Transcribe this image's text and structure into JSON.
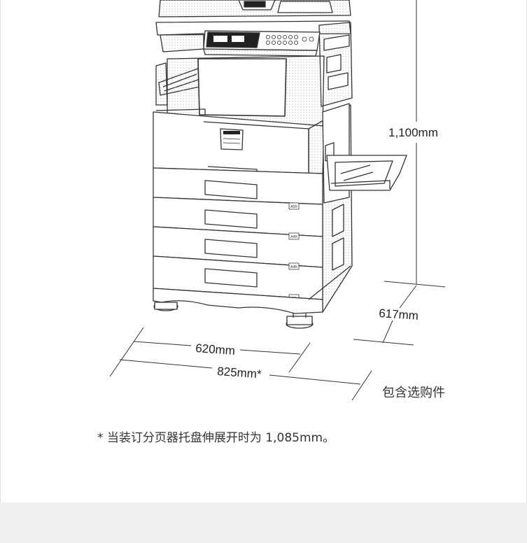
{
  "dimensions": {
    "height": "1,100mm",
    "depth": "617mm",
    "width": "620mm",
    "width_extended": "825mm*",
    "optional_label": "包含选购件"
  },
  "trays": [
    {
      "label": "A5R"
    },
    {
      "label": "A4R"
    },
    {
      "label": "A4R"
    },
    {
      "label": "A3"
    }
  ],
  "footnote": "* 当装订分页器托盘伸展开时为 1,085mm。",
  "colors": {
    "line": "#333333",
    "strip": "#f0f0ee"
  }
}
